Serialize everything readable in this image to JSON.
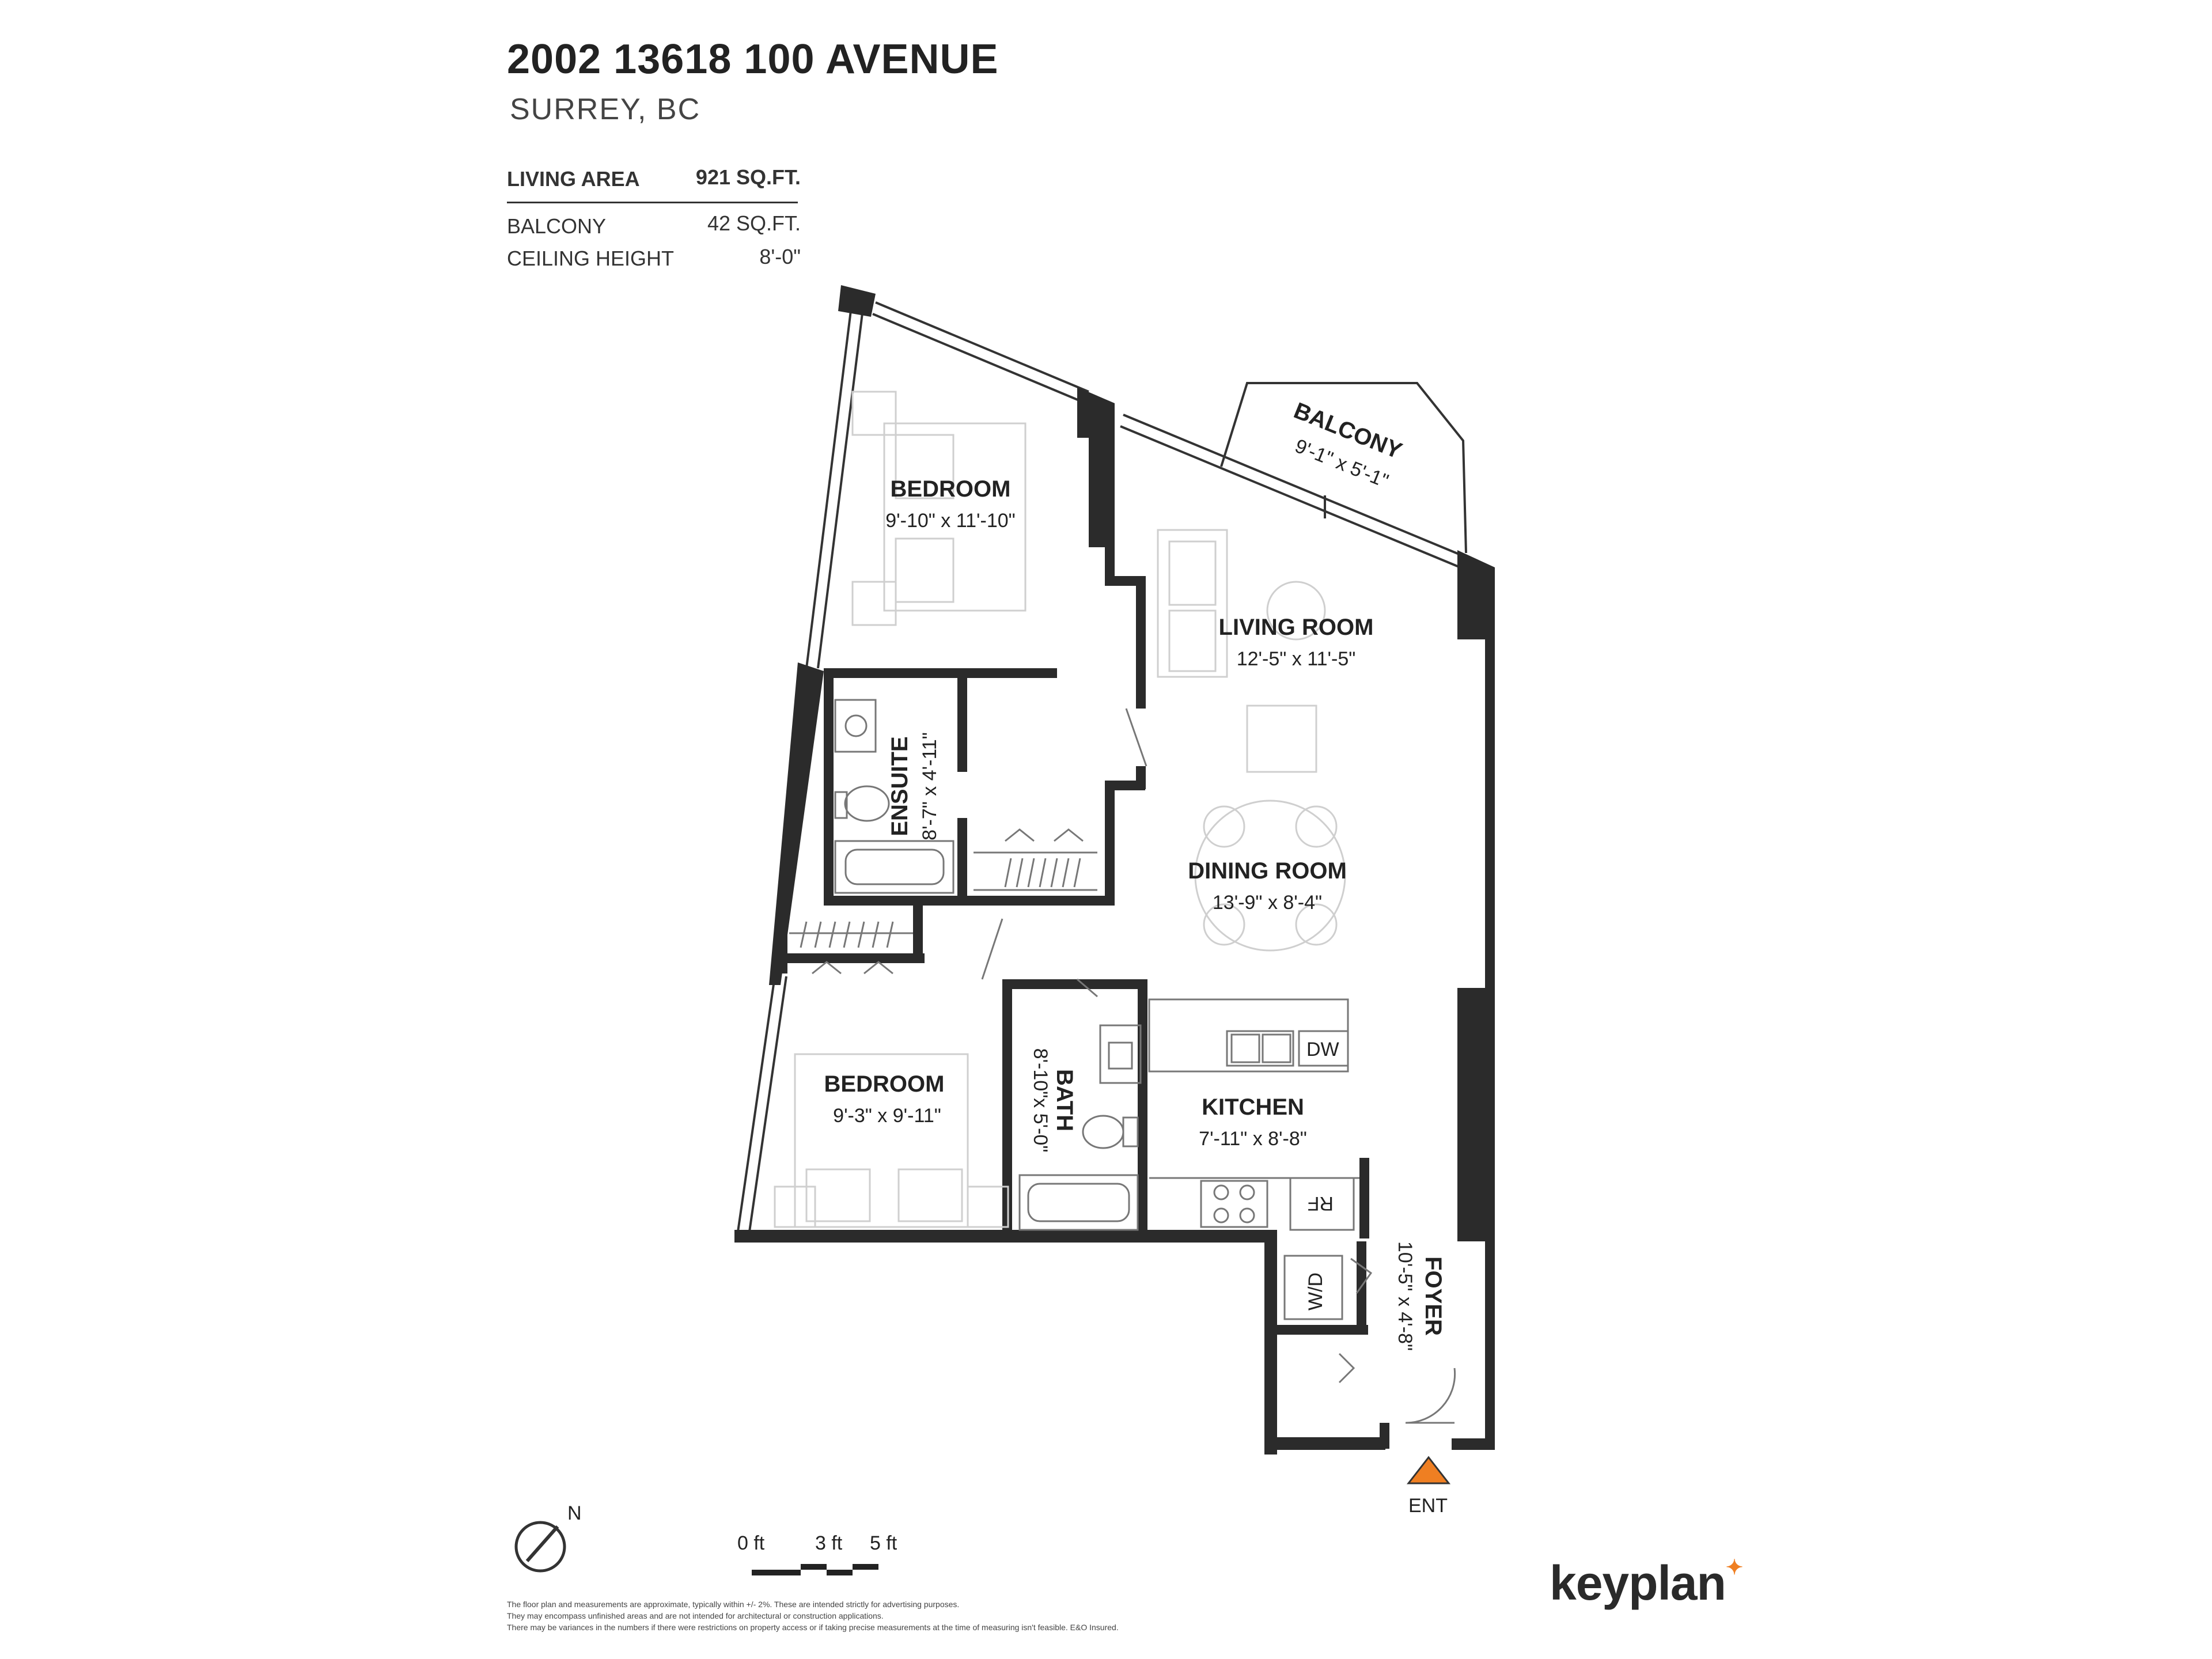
{
  "header": {
    "address": "2002 13618 100 AVENUE",
    "city": "SURREY, BC"
  },
  "specs": {
    "living_area_label": "LIVING AREA",
    "living_area_value": "921 SQ.FT.",
    "balcony_label": "BALCONY",
    "balcony_value": "42 SQ.FT.",
    "ceiling_label": "CEILING HEIGHT",
    "ceiling_value": "8'-0\""
  },
  "rooms": {
    "bedroom_main": {
      "name": "BEDROOM",
      "dims": "9'-10\"  x  11'-10\""
    },
    "balcony": {
      "name": "BALCONY",
      "dims": "9'-1\"   x   5'-1\""
    },
    "living": {
      "name": "LIVING ROOM",
      "dims": "12'-5\"  x  11'-5\""
    },
    "ensuite": {
      "name": "ENSUITE",
      "dims": "8'-7\"  x  4'-11\""
    },
    "dining": {
      "name": "DINING ROOM",
      "dims": "13'-9\"  x  8'-4\""
    },
    "bedroom_second": {
      "name": "BEDROOM",
      "dims": "9'-3\"  x  9'-11\""
    },
    "bath": {
      "name": "BATH",
      "dims": "8'-10\"x 5'-0\""
    },
    "kitchen": {
      "name": "KITCHEN",
      "dims": "7'-11\"  x  8'-8\""
    },
    "foyer": {
      "name": "FOYER",
      "dims": "10'-5\"  x  4'-8\""
    }
  },
  "appliances": {
    "dishwasher": "DW",
    "fridge": "RF",
    "washer_dryer": "W/D"
  },
  "entrance_label": "ENT",
  "compass_label": "N",
  "scale": {
    "zero": "0 ft",
    "three": "3 ft",
    "five": "5 ft"
  },
  "disclaimer": [
    "The floor plan and measurements are approximate, typically within +/- 2%. These are intended strictly for advertising purposes.",
    "They may encompass unfinished areas and are not intended for architectural or construction applications.",
    "There may be variances in the numbers if there were restrictions on property access or if taking precise measurements at the time of measuring isn't feasible. E&O Insured."
  ],
  "brand": {
    "name": "keyplan",
    "color": "#ef7f22"
  },
  "colors": {
    "wall": "#2b2b2b",
    "entrance_marker": "#ef7f22"
  }
}
